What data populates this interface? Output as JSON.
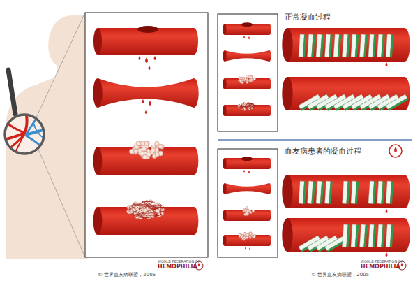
{
  "diagram": {
    "labels": [
      "正常凝血过程",
      "血友病患者的凝血过程",
      "WORLD FEDERATION OF",
      "HEMOPHILIA",
      "© 世界血友病联盟，2005",
      "WORLD FEDERATION OF",
      "HEMOPHILIA",
      "© 世界血友病联盟，2005"
    ]
  }
}
